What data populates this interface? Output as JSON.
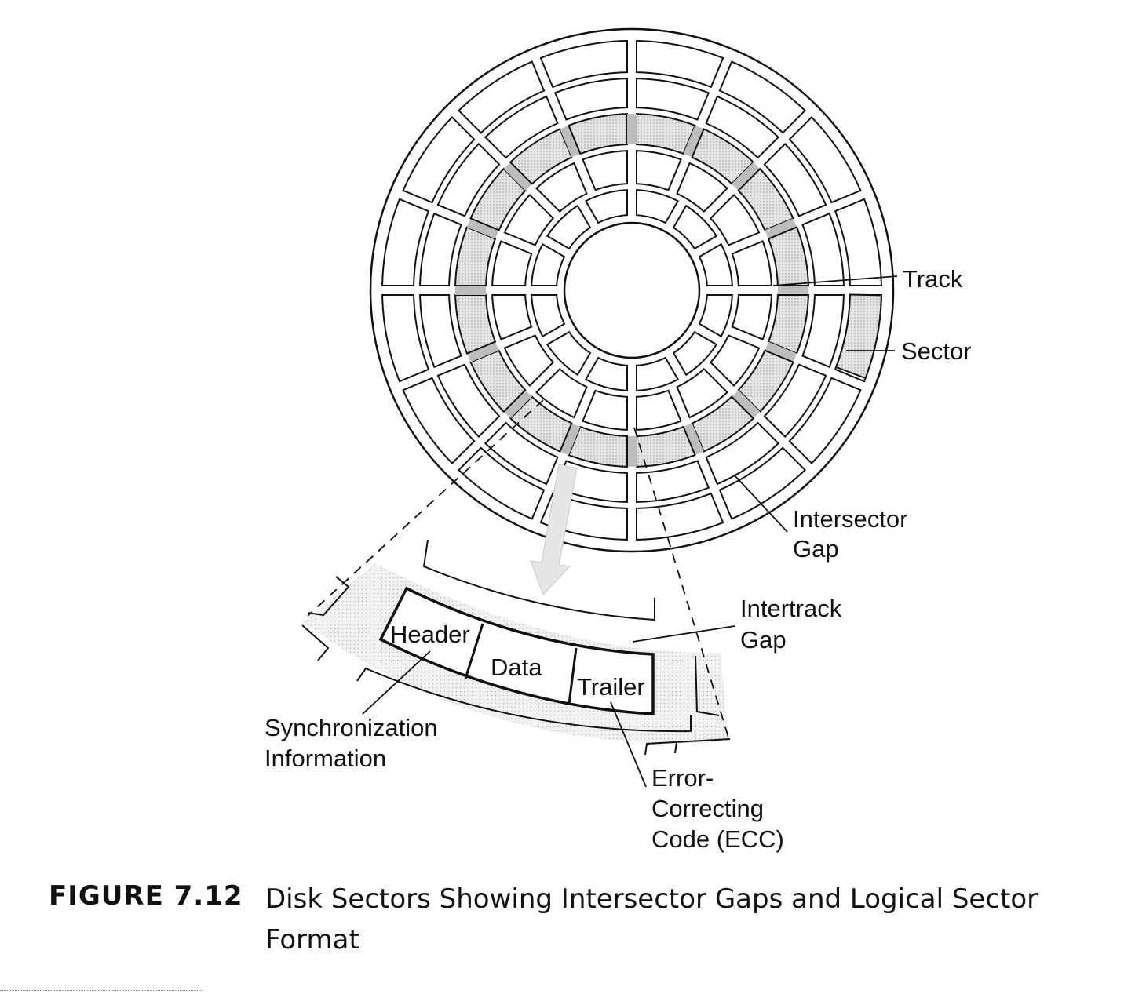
{
  "labels": {
    "track": "Track",
    "sector": "Sector",
    "intersector_gap_1": "Intersector",
    "intersector_gap_2": "Gap",
    "intertrack_gap_1": "Intertrack",
    "intertrack_gap_2": "Gap",
    "header": "Header",
    "data": "Data",
    "trailer": "Trailer",
    "sync_1": "Synchronization",
    "sync_2": "Information",
    "ecc_1": "Error-",
    "ecc_2": "Correcting",
    "ecc_3": "Code (ECC)"
  },
  "caption": {
    "number": "FIGURE 7.12",
    "text": "Disk Sectors Showing Intersector Gaps and Logical Sector Format"
  },
  "colors": {
    "ink": "#111111",
    "highlight": "#d6d6d6",
    "gap_fill": "#bdbdbd",
    "callout_fill": "#ececec"
  }
}
